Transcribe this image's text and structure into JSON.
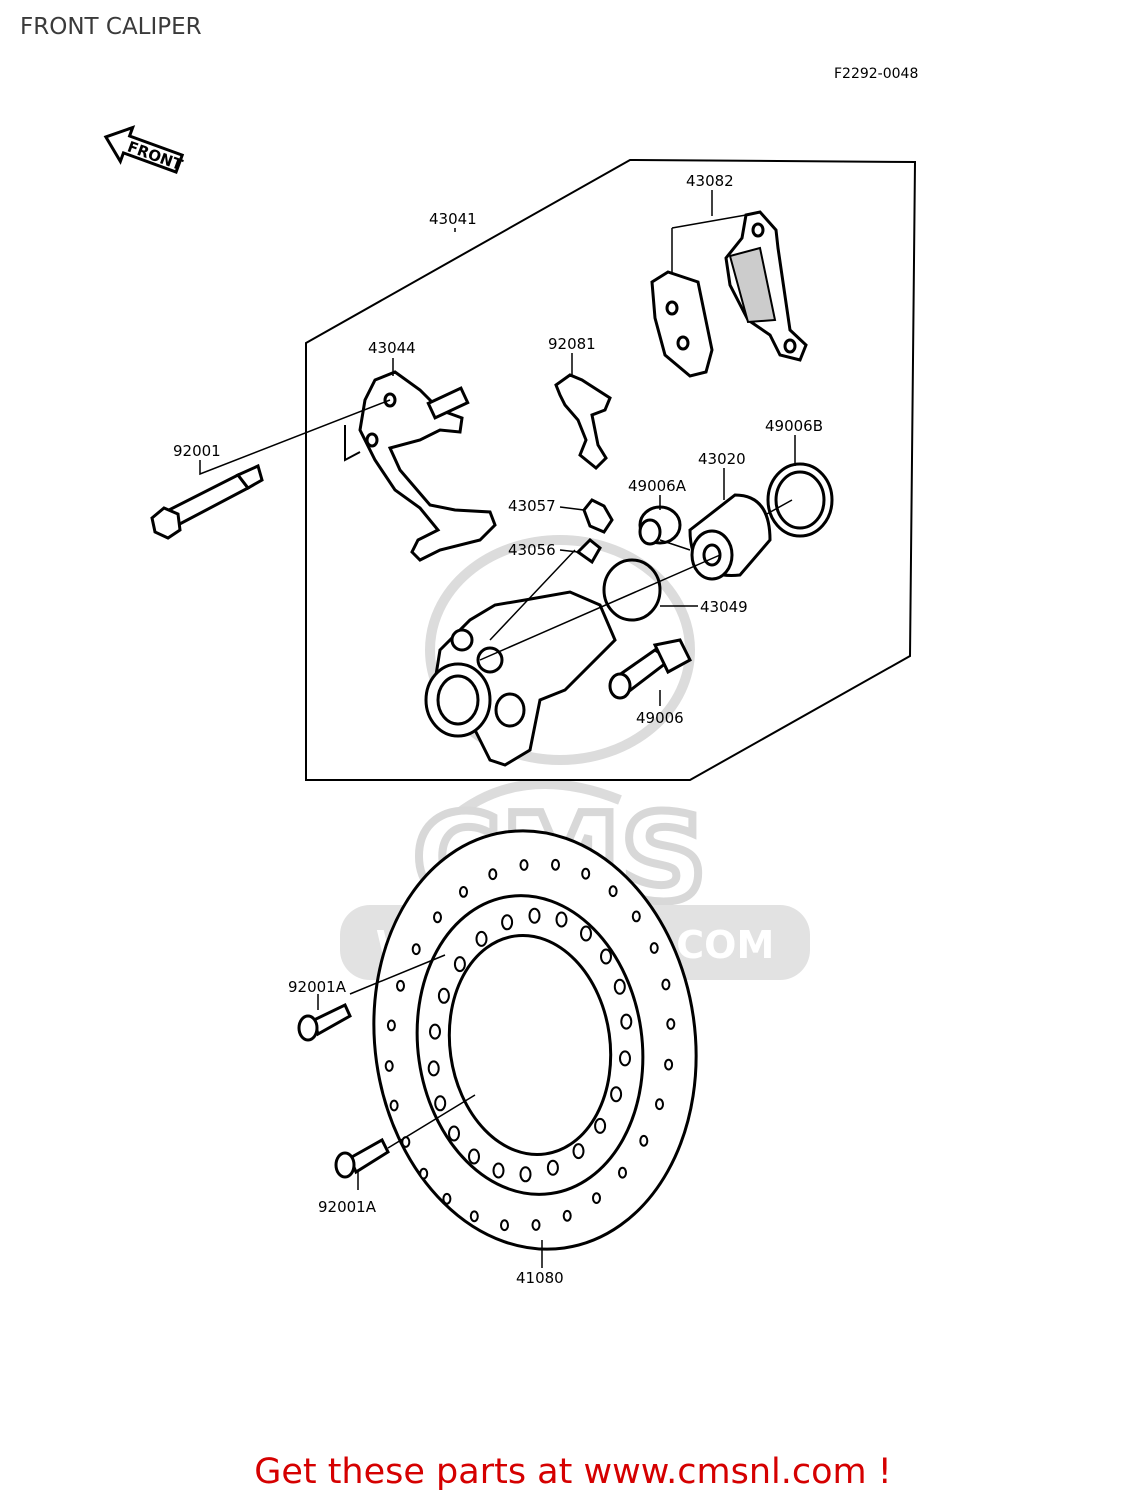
{
  "page": {
    "title": "FRONT CALIPER",
    "footer_text": "Get these parts at www.cmsnl.com !"
  },
  "diagram": {
    "code": "F2292-0048",
    "front_arrow_label": "FRONT",
    "watermark": {
      "logo": "CMS",
      "url": "WWW.CMSNL.COM"
    },
    "callouts": [
      {
        "id": "c-43041",
        "label": "43041"
      },
      {
        "id": "c-43082",
        "label": "43082"
      },
      {
        "id": "c-43044",
        "label": "43044"
      },
      {
        "id": "c-92081",
        "label": "92081"
      },
      {
        "id": "c-92001",
        "label": "92001"
      },
      {
        "id": "c-49006B",
        "label": "49006B"
      },
      {
        "id": "c-43020",
        "label": "43020"
      },
      {
        "id": "c-49006A",
        "label": "49006A"
      },
      {
        "id": "c-43057",
        "label": "43057"
      },
      {
        "id": "c-43056",
        "label": "43056"
      },
      {
        "id": "c-43049",
        "label": "43049"
      },
      {
        "id": "c-49006",
        "label": "49006"
      },
      {
        "id": "c-92001A-top",
        "label": "92001A"
      },
      {
        "id": "c-92001A-bottom",
        "label": "92001A"
      },
      {
        "id": "c-41080",
        "label": "41080"
      }
    ],
    "colors": {
      "line": "#000000",
      "watermark": "#d8d8d8",
      "footer": "#d50000"
    }
  }
}
